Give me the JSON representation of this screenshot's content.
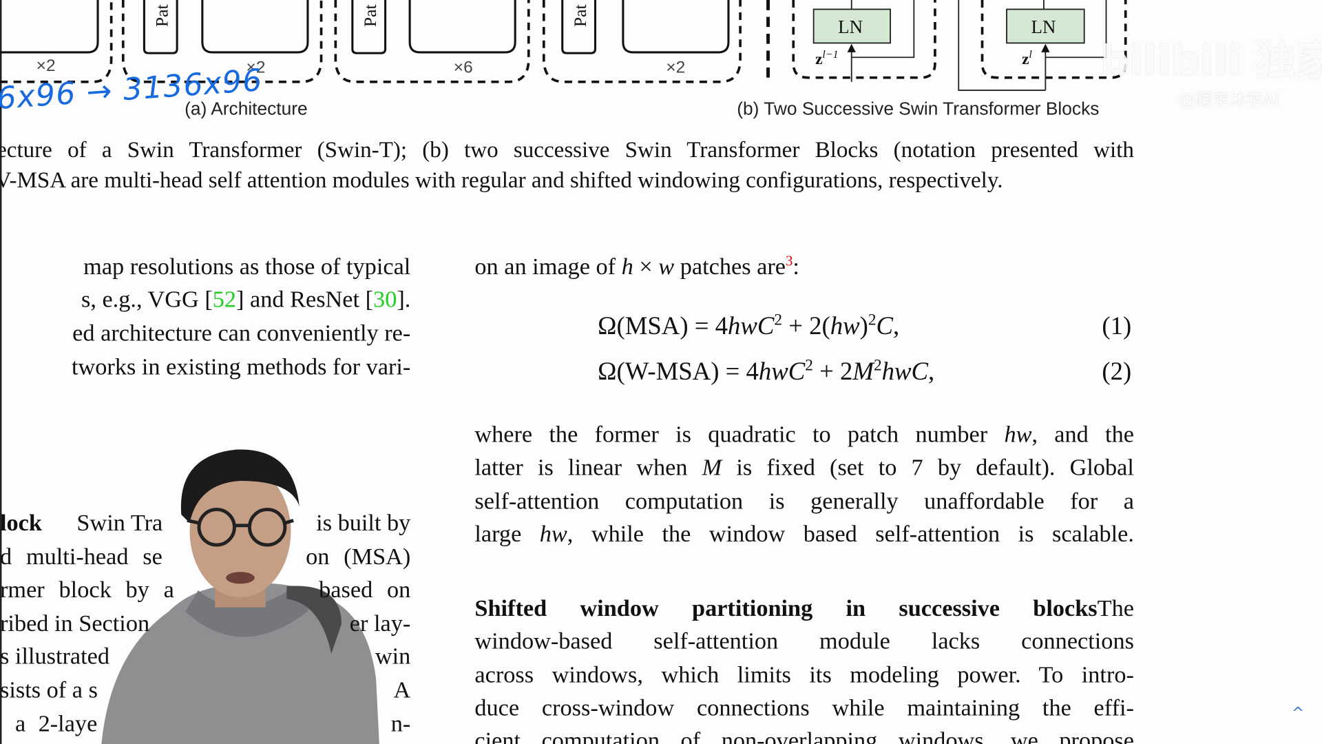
{
  "figure": {
    "repeat_labels": [
      "×2",
      "×2",
      "×6",
      "×2"
    ],
    "patch_label": "Pat",
    "ln_label": "LN",
    "z_prev": "z",
    "z_prev_sup": "l−1",
    "z_cur": "z",
    "z_cur_sup": "l",
    "caption_a": "(a) Architecture",
    "caption_b": "(b) Two Successive Swin Transformer Blocks",
    "ln_fill": "#d5e8d4"
  },
  "annotation": {
    "handwriting": "6x96 → 3136x96",
    "color": "#1769e0"
  },
  "watermark": {
    "logo": "bilibili 独家",
    "channel": "@跟李沐学AI"
  },
  "caption": {
    "line1": "ecture of a Swin Transformer (Swin-T); (b) two successive Swin Transformer Blocks (notation presented with",
    "line2": "V-MSA are multi-head self attention modules with regular and shifted windowing configurations, respectively."
  },
  "left_column": {
    "lines_top": [
      "map resolutions as those of typical",
      "ed architecture can conveniently re-",
      "tworks in existing methods for vari-"
    ],
    "line2_pre": "s, e.g., VGG [",
    "cite_52": "52",
    "line2_mid": "] and ResNet [",
    "cite_30": "30",
    "line2_post": "].",
    "block_heading": "lock",
    "block_line1_a": "Swin Tra",
    "block_line1_b": "is built by",
    "block_line2_a": "d multi-head se",
    "block_line2_b": "on (MSA)",
    "block_line3_a": "rmer block by a",
    "block_line3_b": "based on",
    "block_line4_a": "ribed in Section",
    "block_line4_b": "er lay-",
    "block_line5_a": "s illustrated",
    "block_line5_b": "win",
    "block_line6_a": "sists of a s",
    "block_line6_b": "A",
    "block_line7_a": "a 2-laye",
    "block_line7_b": "n-"
  },
  "right_column": {
    "intro_pre": "on an image of ",
    "intro_h": "h",
    "intro_times": " × ",
    "intro_w": "w",
    "intro_post": " patches are",
    "footnote": "3",
    "intro_colon": ":",
    "eq1_lhs": "Ω(MSA) = 4",
    "eq1_hwC": "hwC",
    "eq1_mid": " + 2(",
    "eq1_hw": "hw",
    "eq1_close": ")",
    "eq1_C": "C",
    "eq1_end": ",",
    "eq1_num": "(1)",
    "eq2_lhs": "Ω(W-MSA) = 4",
    "eq2_hwC": "hwC",
    "eq2_mid": " + 2",
    "eq2_M": "M",
    "eq2_hwC2": "hwC",
    "eq2_end": ",",
    "eq2_num": "(2)",
    "sq": "2",
    "para_l1_pre": "where the former is quadratic to patch number ",
    "para_l1_hw": "hw",
    "para_l1_post": ", and the",
    "para_l2_pre": "latter is linear when ",
    "para_l2_M": "M",
    "para_l2_post": " is fixed (set to 7 by default). Global",
    "para_l3": "self-attention computation is generally unaffordable for a",
    "para_l4_pre": "large ",
    "para_l4_hw": "hw",
    "para_l4_post": ", while the window based self-attention is scalable.",
    "heading": "Shifted window partitioning in successive blocks",
    "heading_after": "The",
    "sec_lines": [
      "window-based self-attention module lacks connections",
      "across windows, which limits its modeling power. To intro-",
      "duce cross-window connections while maintaining the effi-",
      "cient computation of non-overlapping windows, we propose"
    ]
  },
  "scroll_top_icon": "chevron-up-icon"
}
